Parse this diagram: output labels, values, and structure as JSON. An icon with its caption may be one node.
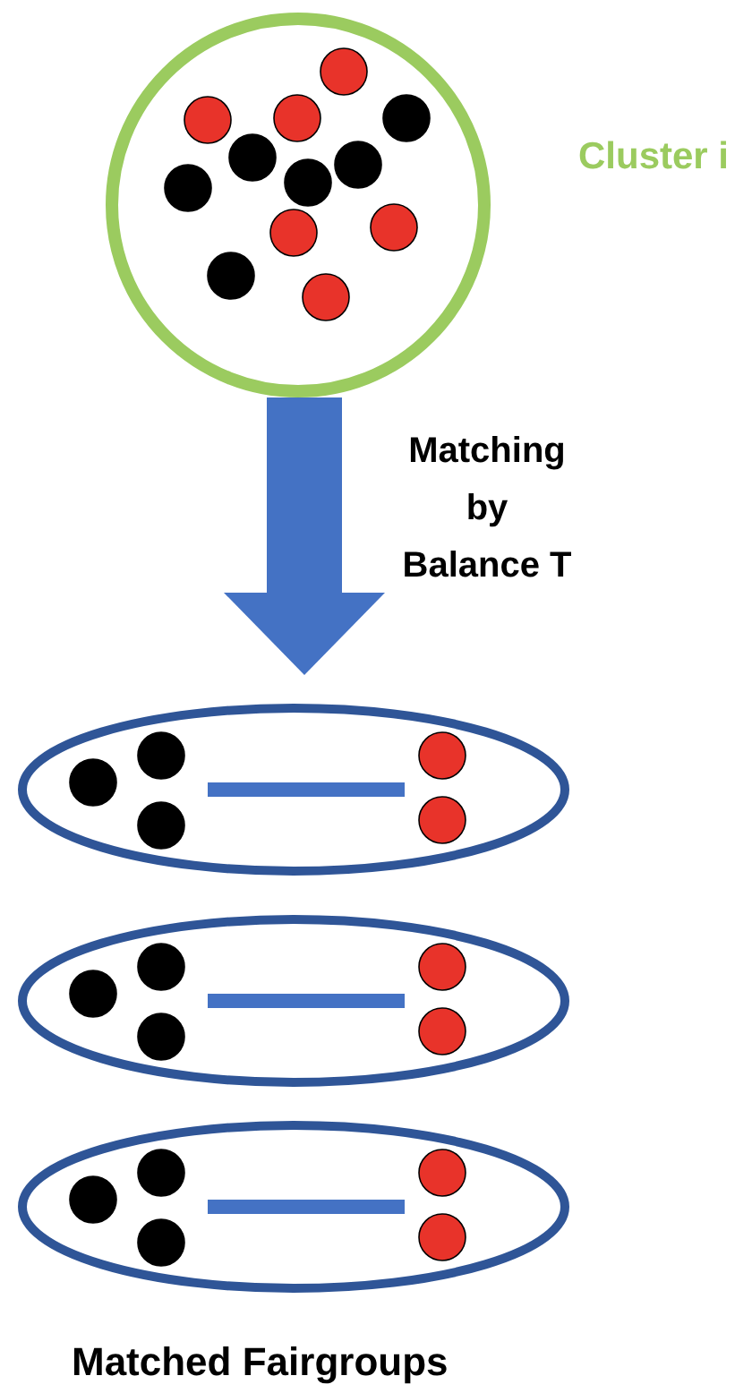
{
  "diagram": {
    "caption": "Matched Fairgroups",
    "nodes": [
      {
        "text": [],
        "shape": "circle",
        "beside": [
          "Cluster i"
        ]
      },
      {
        "text": [],
        "shape": "ellipse"
      },
      {
        "text": [],
        "shape": "ellipse"
      },
      {
        "text": [],
        "shape": "ellipse"
      }
    ],
    "edges": [
      {
        "from": 0,
        "to": 1,
        "arrow": "to",
        "label": "Matching by Balance T"
      }
    ]
  }
}
